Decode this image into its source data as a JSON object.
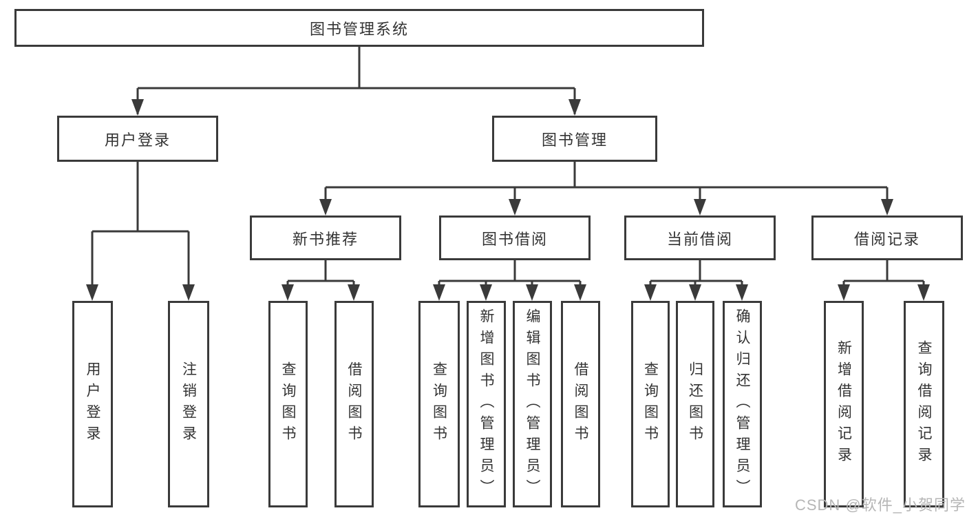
{
  "tree": {
    "root": {
      "label": "图书管理系统"
    },
    "level2": [
      {
        "label": "用户登录",
        "children": [
          {
            "label": "用户登录"
          },
          {
            "label": "注销登录"
          }
        ]
      },
      {
        "label": "图书管理",
        "children": [
          {
            "label": "新书推荐",
            "children": [
              {
                "label": "查询图书"
              },
              {
                "label": "借阅图书"
              }
            ]
          },
          {
            "label": "图书借阅",
            "children": [
              {
                "label": "查询图书"
              },
              {
                "label": "新增图书（管理员）"
              },
              {
                "label": "编辑图书（管理员）"
              },
              {
                "label": "借阅图书"
              }
            ]
          },
          {
            "label": "当前借阅",
            "children": [
              {
                "label": "查询图书"
              },
              {
                "label": "归还图书"
              },
              {
                "label": "确认归还（管理员）"
              }
            ]
          },
          {
            "label": "借阅记录",
            "children": [
              {
                "label": "新增借阅记录"
              },
              {
                "label": "查询借阅记录"
              }
            ]
          }
        ]
      }
    ]
  },
  "watermark": {
    "text": "CSDN @软件_小贺同学"
  },
  "colors": {
    "line": "#3a3a3a",
    "box_border": "#3a3a3a",
    "text": "#333333",
    "watermark": "#b6b6b6",
    "background": "#ffffff"
  }
}
